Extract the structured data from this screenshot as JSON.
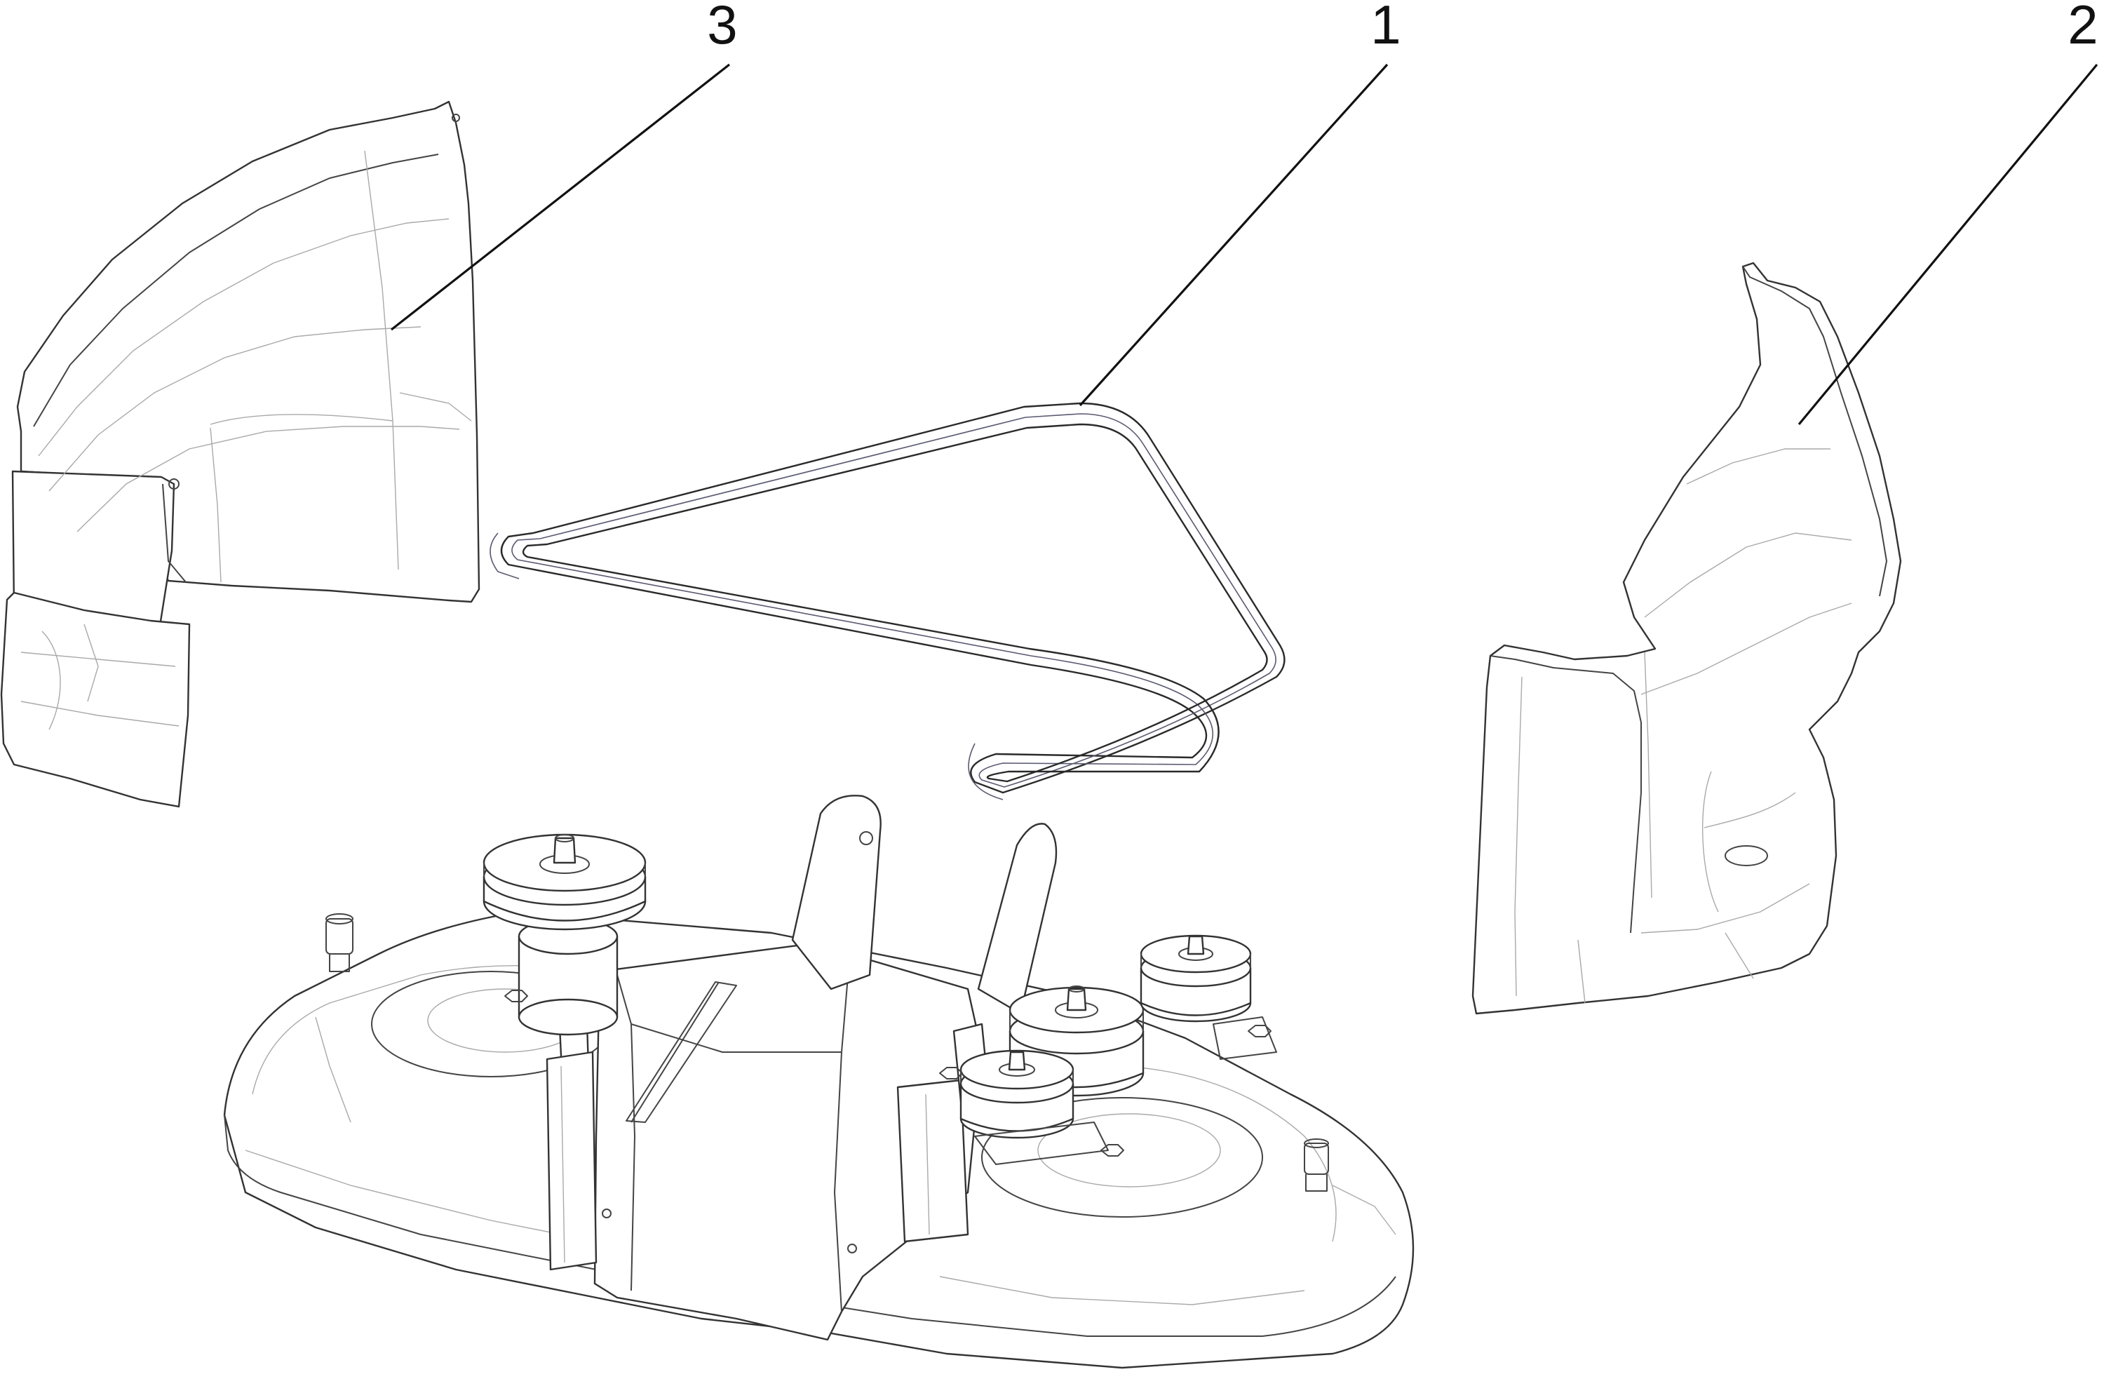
{
  "callouts": [
    {
      "label": "3"
    },
    {
      "label": "1"
    },
    {
      "label": "2"
    }
  ],
  "colors": {
    "line": "#333333",
    "faint": "#a9a9a9",
    "background": "#ffffff"
  }
}
